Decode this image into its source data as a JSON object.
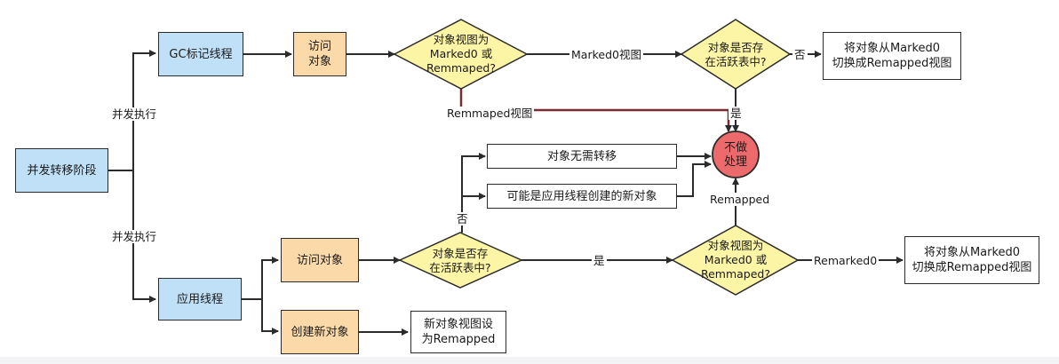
{
  "nodes": {
    "concurrent_phase": "并发转移阶段",
    "gc_thread": "GC标记线程",
    "visit_object_top": "访问\n对象",
    "view_decision_top": "对象视图为\nMarked0 或\nRemmaped?",
    "in_active_table_top": "对象是否存\n在活跃表中?",
    "switch_view_top": "将对象从Marked0\n切换成Remapped视图",
    "no_process": "不做\n处理",
    "no_transfer_needed": "对象无需转移",
    "maybe_new_object": "可能是应用线程创建的新对象",
    "app_thread": "应用线程",
    "visit_object_bottom": "访问对象",
    "in_active_table_bottom": "对象是否存\n在活跃表中?",
    "view_decision_bottom": "对象视图为\nMarked0 或\nRemmaped?",
    "switch_view_bottom": "将对象从Marked0\n切换成Remapped视图",
    "create_new_object": "创建新对象",
    "new_object_view": "新对象视图设\n为Remapped"
  },
  "edge_labels": {
    "concurrent_top": "并发执行",
    "concurrent_bottom": "并发执行",
    "marked0_view": "Marked0视图",
    "no_top": "否",
    "yes_top": "是",
    "remmaped_view": "Remmaped视图",
    "remapped": "Remapped",
    "no_bottom": "否",
    "yes_bottom": "是",
    "remarked0": "Remarked0"
  },
  "colors": {
    "blue_fill": "#bfe0f7",
    "orange_fill": "#fcd9a8",
    "diamond_fill": "#fdf5a6",
    "terminal_fill": "#ec6a6c",
    "line": "#2b2b2b",
    "highlight_line": "#7a2b2e"
  }
}
